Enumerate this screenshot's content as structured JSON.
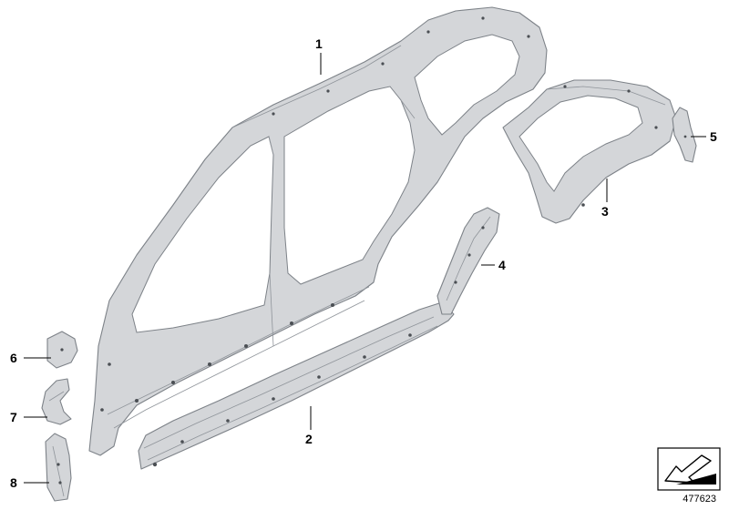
{
  "callouts": [
    {
      "id": "1",
      "label": "1"
    },
    {
      "id": "2",
      "label": "2"
    },
    {
      "id": "3",
      "label": "3"
    },
    {
      "id": "4",
      "label": "4"
    },
    {
      "id": "5",
      "label": "5"
    },
    {
      "id": "6",
      "label": "6"
    },
    {
      "id": "7",
      "label": "7"
    },
    {
      "id": "8",
      "label": "8"
    }
  ],
  "diagram_id": "477623",
  "colors": {
    "part_fill": "#d4d6d9",
    "part_stroke": "#7d8288",
    "text": "#000000"
  },
  "icons": {
    "orientation": "orientation-arrow-icon"
  }
}
